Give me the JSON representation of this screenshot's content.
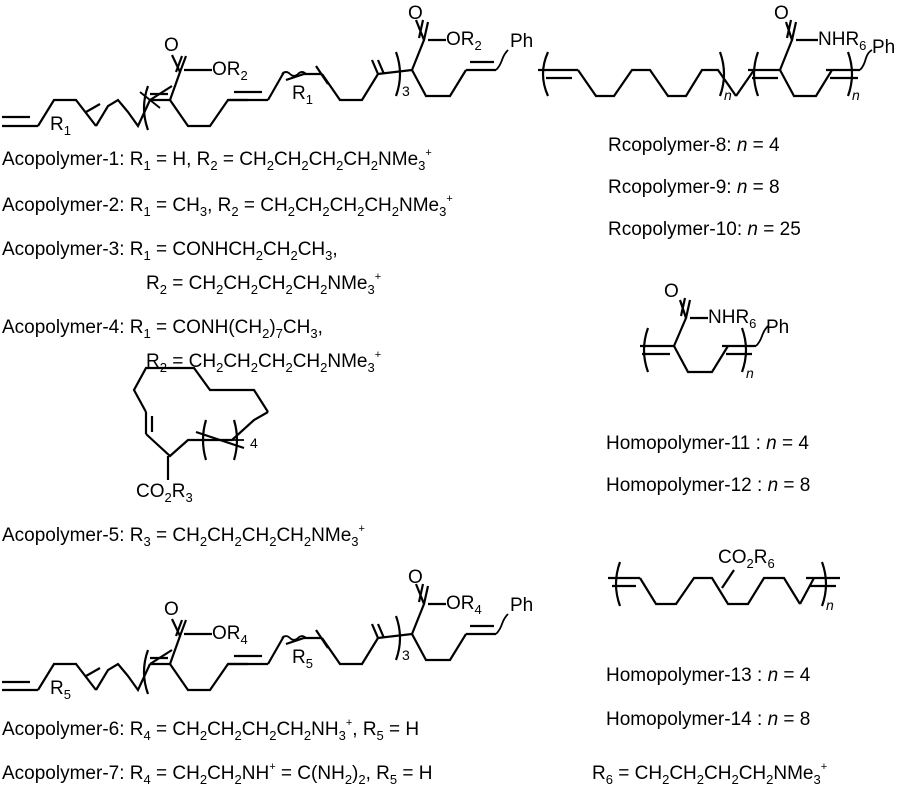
{
  "atoms": {
    "o": "O",
    "or": "OR",
    "ph": "Ph",
    "nhr": "NHR",
    "r": "R",
    "co2r": "CO",
    "n": "n",
    "three": "3",
    "four": "4",
    "one": "1",
    "two": "2",
    "three_sub": "3",
    "four_sub": "4",
    "five": "5",
    "six": "6",
    "plus": "+"
  },
  "labels": {
    "acopolymer1": {
      "name": "Acopolymer-1:",
      "text": " R",
      "s1": "1",
      "t2": " = H, R",
      "s2": "2",
      "t3": " = CH",
      "s3": "2",
      "t4": "CH",
      "s4": "2",
      "t5": "CH",
      "s5": "2",
      "t6": "CH",
      "s6": "2",
      "t7": "NMe",
      "s7": "3",
      "sup": "+"
    },
    "acopolymer2": {
      "name": "Acopolymer-2:",
      "text": " R",
      "s1": "1",
      "t2": " = CH",
      "s2a": "3",
      "t2b": ", R",
      "s2": "2",
      "t3": " = CH",
      "s3": "2",
      "t4": "CH",
      "s4": "2",
      "t5": "CH",
      "s5": "2",
      "t6": "CH",
      "s6": "2",
      "t7": "NMe",
      "s7": "3",
      "sup": "+"
    },
    "acopolymer3": {
      "name": "Acopolymer-3:",
      "line1": " R",
      "s1": "1",
      "l1b": " = CONHCH",
      "l1s": "2",
      "l1c": "CH",
      "l1s2": "2",
      "l1d": "CH",
      "l1s3": "3",
      "l1e": ",",
      "line2": "R",
      "s2": "2",
      "t3": " = CH",
      "s3": "2",
      "t4": "CH",
      "s4": "2",
      "t5": "CH",
      "s5": "2",
      "t6": "CH",
      "s6": "2",
      "t7": "NMe",
      "s7": "3",
      "sup": "+"
    },
    "acopolymer4": {
      "name": "Acopolymer-4:",
      "line1": " R",
      "s1": "1",
      "l1b": " = CONH(CH",
      "l1s": "2",
      "l1c": ")",
      "l1s2": "7",
      "l1d": "CH",
      "l1s3": "3",
      "l1e": ",",
      "line2": "R",
      "s2": "2",
      "t3": " = CH",
      "s3": "2",
      "t4": "CH",
      "s4": "2",
      "t5": "CH",
      "s5": "2",
      "t6": "CH",
      "s6": "2",
      "t7": "NMe",
      "s7": "3",
      "sup": "+"
    },
    "acopolymer5": {
      "name": "Acopolymer-5:",
      "text": " R",
      "s1": "3",
      "t3": " = CH",
      "s3": "2",
      "t4": "CH",
      "s4": "2",
      "t5": "CH",
      "s5": "2",
      "t6": "CH",
      "s6": "2",
      "t7": "NMe",
      "s7": "3",
      "sup": "+"
    },
    "acopolymer6": {
      "name": "Acopolymer-6:",
      "text": " R",
      "s1": "4",
      "t3": " = CH",
      "s3": "2",
      "t4": "CH",
      "s4": "2",
      "t5": "CH",
      "s5": "2",
      "t6": "CH",
      "s6": "2",
      "t7": "NH",
      "s7": "3",
      "sup": "+",
      "t8": ", R",
      "s8": "5",
      "t9": " = H"
    },
    "acopolymer7": {
      "name": "Acopolymer-7:",
      "text": " R",
      "s1": "4",
      "t3": " = CH",
      "s3": "2",
      "t4": "CH",
      "s4": "2",
      "t5": "NH",
      "sup": "+",
      "t6": " = C(NH",
      "s6": "2",
      "t7": ")",
      "s7": "2",
      "t8": ", R",
      "s8": "5",
      "t9": " = H"
    },
    "rcopolymer8": {
      "name": "Rcopolymer-8: ",
      "n": "n",
      "val": " = 4"
    },
    "rcopolymer9": {
      "name": "Rcopolymer-9: ",
      "n": "n",
      "val": " = 8"
    },
    "rcopolymer10": {
      "name": "Rcopolymer-10: ",
      "n": "n",
      "val": " = 25"
    },
    "homopolymer11": {
      "name": "Homopolymer-11 : ",
      "n": "n",
      "val": " = 4"
    },
    "homopolymer12": {
      "name": "Homopolymer-12 : ",
      "n": "n",
      "val": " = 8"
    },
    "homopolymer13": {
      "name": "Homopolymer-13 : ",
      "n": "n",
      "val": " = 4"
    },
    "homopolymer14": {
      "name": "Homopolymer-14 : ",
      "n": "n",
      "val": " = 8"
    },
    "r6def": {
      "t1": "R",
      "s1": "6",
      "t3": " = CH",
      "s3": "2",
      "t4": "CH",
      "s4": "2",
      "t5": "CH",
      "s5": "2",
      "t6": "CH",
      "s6": "2",
      "t7": "NMe",
      "s7": "3",
      "sup": "+"
    }
  }
}
